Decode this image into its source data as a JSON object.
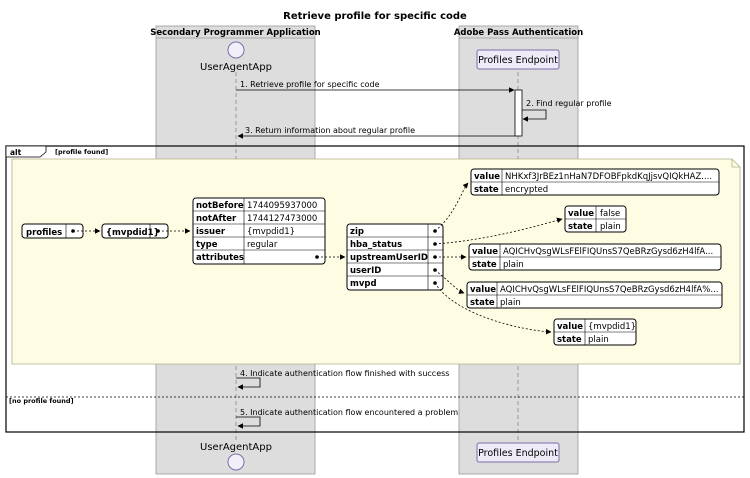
{
  "title": "Retrieve profile for specific code",
  "lanes": [
    {
      "header": "Secondary Programmer Application",
      "participant": "UserAgentApp"
    },
    {
      "header": "Adobe Pass Authentication",
      "participant": "Profiles Endpoint"
    }
  ],
  "messages": [
    "1. Retrieve profile for specific code",
    "2. Find regular profile",
    "3. Return information about regular profile",
    "4. Indicate authentication flow finished with success",
    "5. Indicate authentication flow encountered a problem"
  ],
  "alt": {
    "keyword": "alt",
    "guard1": "[profile found]",
    "guard2": "[no profile found]"
  },
  "note": {
    "profiles": "profiles",
    "mvpdid": "{mvpdid1}",
    "profile_table": [
      [
        "notBefore",
        "1744095937000"
      ],
      [
        "notAfter",
        "1744127473000"
      ],
      [
        "issuer",
        "{mvpdid1}"
      ],
      [
        "type",
        "regular"
      ],
      [
        "attributes",
        ""
      ]
    ],
    "attributes": [
      "zip",
      "hba_status",
      "upstreamUserID",
      "userID",
      "mvpd"
    ],
    "zip": [
      [
        "value",
        "NHKxf3JrBEz1nHaN7DFOBFpkdKqJjsvQIQkHAZ...."
      ],
      [
        "state",
        "encrypted"
      ]
    ],
    "hba_status": [
      [
        "value",
        "false"
      ],
      [
        "state",
        "plain"
      ]
    ],
    "upstreamUserID": [
      [
        "value",
        "AQICHvQsgWLsFElFIQUnsS7QeBRzGysd6zH4lfA..."
      ],
      [
        "state",
        "plain"
      ]
    ],
    "userID": [
      [
        "value",
        "AQICHvQsgWLsFElFIQUnsS7QeBRzGysd6zH4lfA%..."
      ],
      [
        "state",
        "plain"
      ]
    ],
    "mvpd": [
      [
        "value",
        "{mvpdid1}"
      ],
      [
        "state",
        "plain"
      ]
    ]
  }
}
